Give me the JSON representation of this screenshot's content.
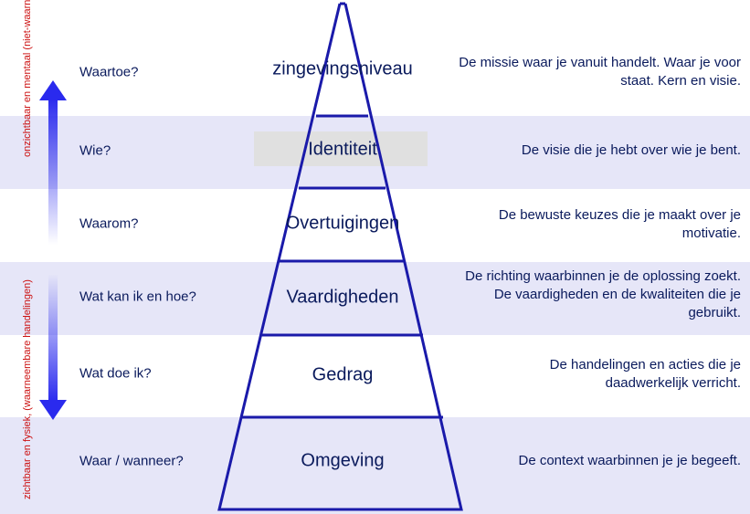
{
  "colors": {
    "band_shade": "#e6e6f8",
    "pyramid_stroke": "#1a1aaa",
    "text": "#0a1a5c",
    "side_label": "#cc1111",
    "arrow": "#3333ee"
  },
  "side_labels": {
    "top": "onzichtbaar en mentaal (niet-waarneembaar)",
    "bottom": "zichtbaar en fysiek, (waarneembare handelingen)"
  },
  "rows": [
    {
      "question": "Waartoe?",
      "level": "zingevingsniveau",
      "description": "De missie waar je vanuit handelt. Waar je voor staat. Kern en visie."
    },
    {
      "question": "Wie?",
      "level": "Identiteit",
      "description": "De visie die je hebt over wie je bent."
    },
    {
      "question": "Waarom?",
      "level": "Overtuigingen",
      "description": "De bewuste keuzes die je maakt over je motivatie."
    },
    {
      "question": "Wat kan ik en hoe?",
      "level": "Vaardigheden",
      "description": "De richting waarbinnen je de oplossing zoekt. De vaardigheden en de kwaliteiten die je gebruikt."
    },
    {
      "question": "Wat doe ik?",
      "level": "Gedrag",
      "description": "De handelingen en acties die je daadwerkelijk verricht."
    },
    {
      "question": "Waar / wanneer?",
      "level": "Omgeving",
      "description": "De context waarbinnen je je begeeft."
    }
  ]
}
